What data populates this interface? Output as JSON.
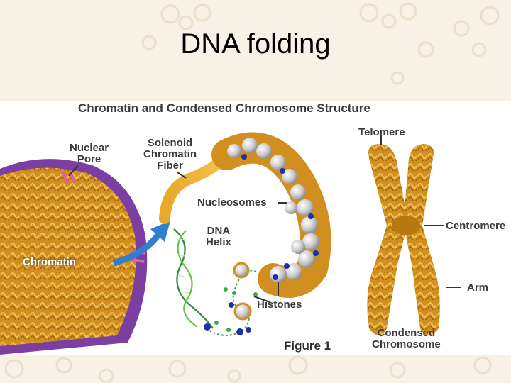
{
  "slide": {
    "title": "DNA folding"
  },
  "figure": {
    "title": "Chromatin and Condensed Chromosome Structure",
    "labels": {
      "nuclear_pore": "Nuclear\nPore",
      "solenoid": "Solenoid\nChromatin\nFiber",
      "telomere": "Telomere",
      "nucleosomes": "Nucleosomes",
      "dna_helix": "DNA\nHelix",
      "chromatin": "Chromatin",
      "histones": "Histones",
      "centromere": "Centromere",
      "arm": "Arm",
      "condensed": "Condensed\nChromosome"
    },
    "caption": "Figure 1"
  },
  "colors": {
    "background": "#f7f1e6",
    "nucleus_purple": "#7a3fa0",
    "chromatin_gold": "#d89a26",
    "arrow_blue": "#2f7fd0",
    "histone_gray": "#b8b8b8",
    "dna_green": "#3aa84a"
  }
}
